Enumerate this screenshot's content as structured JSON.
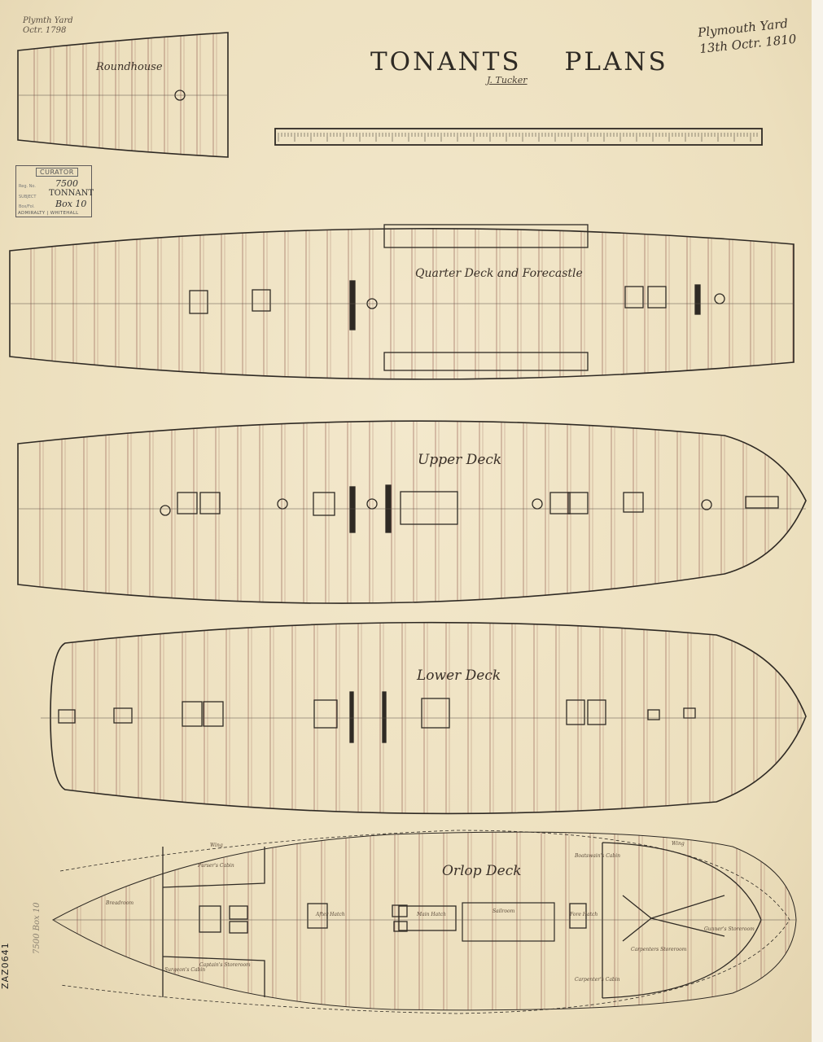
{
  "document": {
    "title": "TONANTS  PLANS",
    "signature": "J. Tucker",
    "yard_note_line1": "Plymouth Yard",
    "yard_note_line2": "13th Octr. 1810",
    "corner_note_line1": "Plymth Yard",
    "corner_note_line2": "Octr. 1798"
  },
  "stamp": {
    "header": "CURATOR",
    "row1_label": "Reg. No.",
    "row1_value": "7500",
    "row2_label": "SUBJECT",
    "row2_value": "TONNANT",
    "row3_label": "Box/Fol.",
    "row3_value": "Box 10",
    "footer": "ADMIRALTY | WHITEHALL"
  },
  "decks": {
    "roundhouse": "Roundhouse",
    "quarter_deck": "Quarter Deck and Forecastle",
    "upper_deck": "Upper Deck",
    "lower_deck": "Lower Deck",
    "orlop_deck": "Orlop Deck"
  },
  "orlop_labels": {
    "bread_room": "Breadroom",
    "main_hatch": "Main Hatch",
    "after_hatch": "After Hatch",
    "fore_hatch": "Fore Hatch",
    "sailroom": "Sailroom",
    "captains_storeroom": "Captain's Storeroom",
    "carpenters_storeroom": "Carpenters Storeroom",
    "boatswains_cabin": "Boatswain's Cabin",
    "carpenters_cabin": "Carpenter's Cabin",
    "gunners_storeroom": "Gunner's Storeroom",
    "pursers_cabin": "Purser's Cabin",
    "surgeons_cabin": "Surgeon's Cabin",
    "wing_fore": "Wing",
    "wing_aft": "Wing"
  },
  "pencil_note": "7500 Box 10",
  "catalog_number": "ZAZ0641",
  "colors": {
    "ink": "#2f2a24",
    "plank": "#a57868",
    "green": "#8fb59a"
  }
}
